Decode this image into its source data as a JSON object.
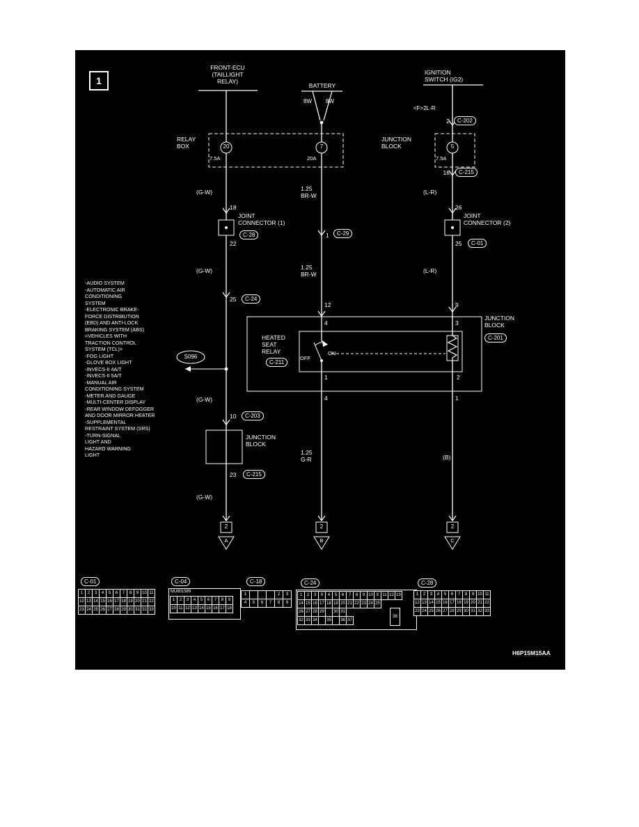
{
  "page": {
    "marker": "1",
    "doc_code": "H6P15M15AA"
  },
  "header": {
    "front_ecu_line1": "FRONT-ECU",
    "front_ecu_line2": "(TAILLIGHT",
    "front_ecu_line3": "RELAY)",
    "battery": "BATTERY",
    "ignition_line1": "IGNITION",
    "ignition_line2": "SWITCH (IG2)"
  },
  "relay_box": {
    "line1": "RELAY",
    "line2": "BOX",
    "fuse_left_no": "20",
    "fuse_left_rating": "7.5A",
    "fuse_mid_no": "7",
    "fuse_mid_rating": "20A"
  },
  "junction_block_top": {
    "line1": "JUNCTION",
    "line2": "BLOCK",
    "fuse_no": "5",
    "fuse_rating": "7.5A"
  },
  "joint_connector_1": {
    "line1": "JOINT",
    "line2": "CONNECTOR (1)",
    "connector": "C-28",
    "pin_in": "18",
    "pin_out": "22"
  },
  "joint_connector_2": {
    "line1": "JOINT",
    "line2": "CONNECTOR (2)",
    "connector": "C-01",
    "pin_in": "26",
    "pin_out": "25"
  },
  "wire_labels": {
    "w8_left": "8W",
    "w8_right": "8W",
    "f2lr": "<F>2L-R",
    "gw1": "(G-W)",
    "gw2": "(G-W)",
    "gw3": "(G-W)",
    "gw4": "(G-W)",
    "brw1_size": "1.25",
    "brw1_color": "BR-W",
    "brw2_size": "1.25",
    "brw2_color": "BR-W",
    "lr1": "(L-R)",
    "lr2": "(L-R)",
    "gr_size": "1.25",
    "gr_color": "G-R",
    "b": "(B)"
  },
  "inline_connectors": {
    "c202": "C-202",
    "c202_pin": "2",
    "c215_top": "C-215",
    "c215_top_pin": "16",
    "c29": "C-29",
    "c29_pin": "1",
    "c24": "C-24",
    "c24_pin": "25",
    "c203": "C-203",
    "c203_pin": "10",
    "c215_bottom": "C-215",
    "c215_bottom_pin": "23"
  },
  "junction_block_main": {
    "line1": "JUNCTION",
    "line2": "BLOCK",
    "connector": "C-201",
    "mid_pin_above": "12",
    "right_pin_above": "9",
    "mid_pin_top": "4",
    "right_pin_top": "3",
    "mid_pin_bottom": "1",
    "right_pin_bottom": "2",
    "mid_pin_below": "4",
    "right_pin_below": "1"
  },
  "heated_seat_relay": {
    "line1": "HEATED",
    "line2": "SEAT",
    "line3": "RELAY",
    "connector": "C-211",
    "off": "OFF",
    "on": "ON"
  },
  "splice": {
    "label": "S096"
  },
  "junction_block_left": {
    "line1": "JUNCTION",
    "line2": "BLOCK"
  },
  "grounds": {
    "left_pin": "2",
    "mid_pin": "2",
    "right_pin": "2",
    "left": "A",
    "mid": "B",
    "right": "C"
  },
  "systems_list": [
    "-AUDIO SYSTEM",
    "-AUTOMATIC AIR",
    "CONDITIONING",
    "SYSTEM",
    "-ELECTRONIC BRAKE-",
    "FORCE DISTRIBUTION",
    "(EBD) AND ANTI-LOCK",
    "BRAKING SYSTEM (ABS)",
    "<VEHICLES WITH",
    "TRACTION CONTROL",
    "SYSTEM (TCL)>",
    "-FOG LIGHT",
    "-GLOVE BOX LIGHT",
    "-INVECS-II 4A/T",
    "-INVECS-II 5A/T",
    "-MANUAL AIR",
    "CONDITIONING SYSTEM",
    "-METER AND GAUGE",
    "-MULTI-CENTER DISPLAY",
    "-REAR WINDOW DEFOGGER",
    "AND DOOR MIRROR HEATER",
    "-SUPPLEMENTAL",
    "RESTRAINT SYSTEM (SRS)",
    "-TURN-SIGNAL",
    "LIGHT AND",
    "HAZARD WARNING",
    "LIGHT"
  ],
  "pinouts": {
    "c01": {
      "label": "C-01",
      "rows": [
        [
          "1",
          "2",
          "3",
          "4",
          "5",
          "6",
          "7",
          "8",
          "9",
          "10",
          "11"
        ],
        [
          "12",
          "13",
          "14",
          "15",
          "16",
          "17",
          "18",
          "19",
          "20",
          "21",
          "22"
        ],
        [
          "23",
          "24",
          "25",
          "26",
          "27",
          "28",
          "29",
          "30",
          "31",
          "32",
          "33"
        ]
      ]
    },
    "c04": {
      "label": "C-04",
      "part_no": "MU801589",
      "rows": [
        [
          "1",
          "2",
          "3",
          "4",
          "5",
          "6",
          "7",
          "8",
          "9"
        ],
        [
          "10",
          "11",
          "12",
          "13",
          "14",
          "15",
          "16",
          "17",
          "18"
        ]
      ]
    },
    "c18": {
      "label": "C-18",
      "rows": [
        [
          "1",
          "",
          "",
          "",
          "2",
          "3"
        ],
        [
          "4",
          "5",
          "6",
          "7",
          "8",
          "9"
        ]
      ]
    },
    "c24": {
      "label": "C-24",
      "extra_pin": "38",
      "rows": [
        [
          "1",
          "2",
          "3",
          "X",
          "4",
          "5",
          "6",
          "7",
          "8",
          "9",
          "10",
          "X",
          "11",
          "12",
          "13"
        ],
        [
          "14",
          "15",
          "16",
          "17",
          "18",
          "19",
          "20",
          "21",
          "22",
          "23",
          "24",
          "25"
        ],
        [
          "26",
          "27",
          "28",
          "29",
          "",
          "30",
          "31"
        ],
        [
          "32",
          "33",
          "34",
          "",
          "35",
          "",
          "36",
          "37"
        ]
      ]
    },
    "c28": {
      "label": "C-28",
      "rows": [
        [
          "1",
          "2",
          "3",
          "4",
          "5",
          "6",
          "7",
          "8",
          "9",
          "10",
          "11"
        ],
        [
          "12",
          "13",
          "14",
          "15",
          "16",
          "17",
          "18",
          "19",
          "20",
          "21",
          "22"
        ],
        [
          "23",
          "24",
          "25",
          "26",
          "27",
          "28",
          "29",
          "30",
          "31",
          "32",
          "33"
        ]
      ]
    }
  }
}
